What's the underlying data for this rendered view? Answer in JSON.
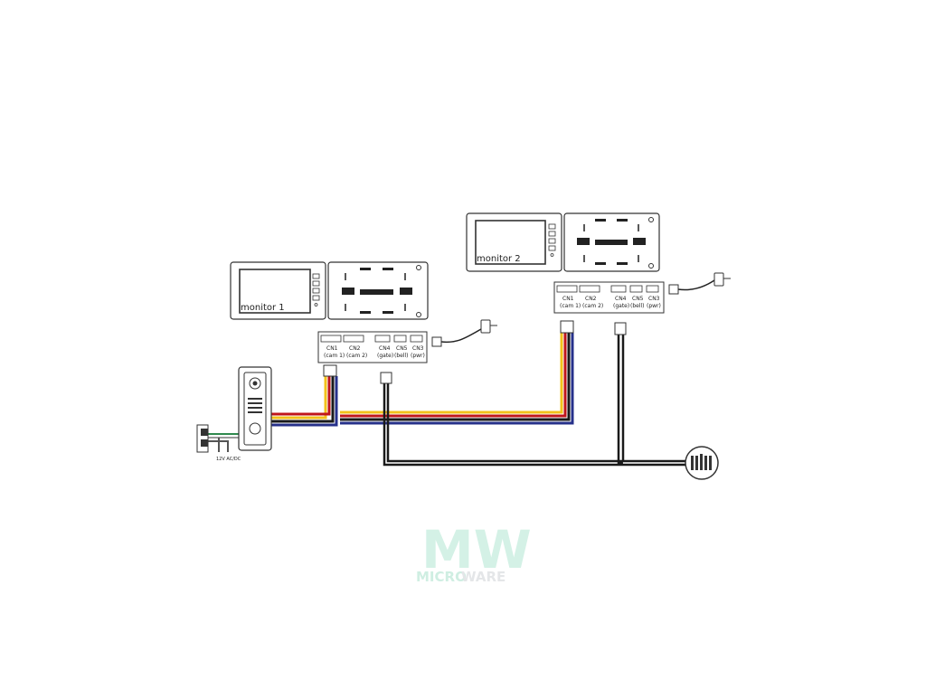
{
  "diagram": {
    "monitor1": {
      "label": "monitor 1"
    },
    "monitor2": {
      "label": "monitor 2"
    },
    "connectors": [
      {
        "name": "CN1",
        "sub": "(cam 1)"
      },
      {
        "name": "CN2",
        "sub": "(cam 2)"
      },
      {
        "name": "CN4",
        "sub": "(gate)"
      },
      {
        "name": "CN5",
        "sub": "(bell)"
      },
      {
        "name": "CN3",
        "sub": "(pwr)"
      }
    ],
    "lock_power_label": "12V AC/DC",
    "wire_colors": {
      "red": "#c0161b",
      "yellow": "#f2c21b",
      "black": "#1a1a1a",
      "blue": "#26308a",
      "green": "#2f8a4e",
      "grey": "#9a9a9a"
    }
  },
  "logo": {
    "mark_left": "MW",
    "text_left": "MICRO",
    "text_right": "WARE"
  }
}
